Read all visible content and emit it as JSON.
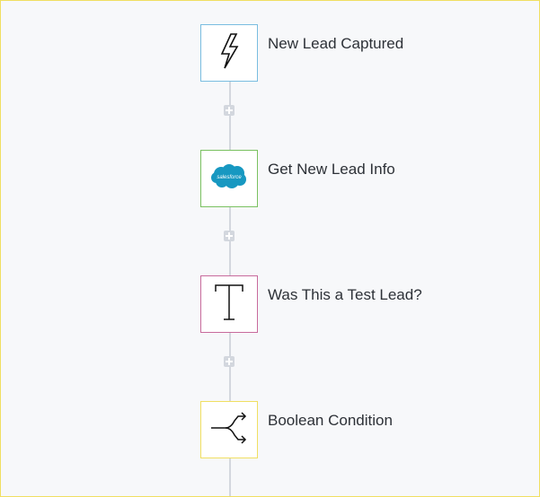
{
  "workflow": {
    "steps": [
      {
        "label": "New Lead Captured",
        "icon": "lightning-bolt-icon",
        "border_color": "#79bde0"
      },
      {
        "label": "Get New Lead Info",
        "icon": "salesforce-logo-icon",
        "border_color": "#7ac160",
        "logo_text": "salesforce",
        "logo_color": "#1798c1"
      },
      {
        "label": "Was This a Test Lead?",
        "icon": "text-t-icon",
        "border_color": "#c86a9c"
      },
      {
        "label": "Boolean Condition",
        "icon": "branch-split-icon",
        "border_color": "#f0df61"
      }
    ],
    "add_step_icon": "plus-icon",
    "connector_color": "#d3d7de",
    "canvas_background": "#f7f8fa"
  }
}
